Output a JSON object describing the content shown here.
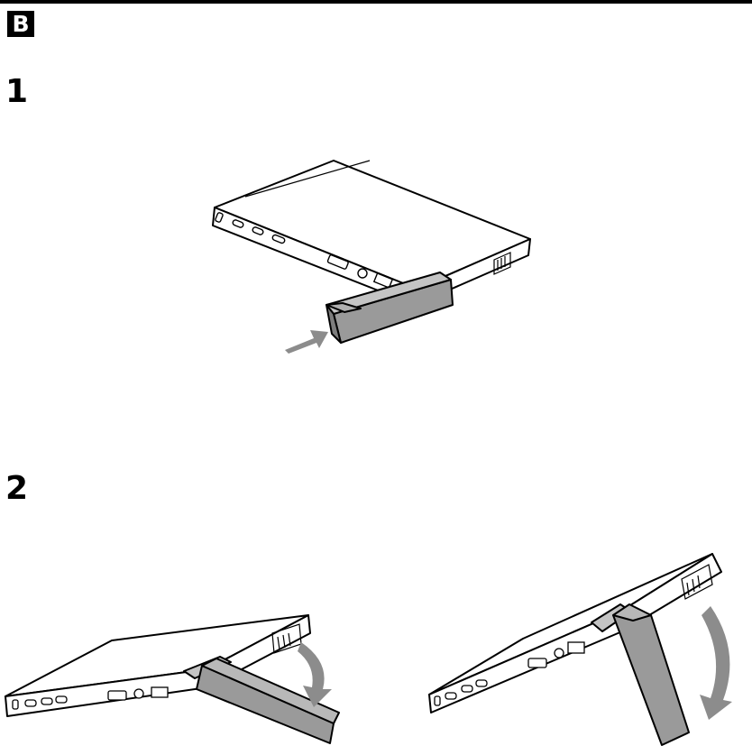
{
  "section": {
    "letter": "B"
  },
  "steps": [
    {
      "number": "1"
    },
    {
      "number": "2"
    }
  ],
  "colors": {
    "ink": "#000000",
    "stand_fill": "#9a9a9a",
    "stand_dark": "#7d7d7d",
    "arrow": "#8c8c8c",
    "paper": "#ffffff"
  },
  "icons": [
    "push-arrow-icon",
    "rotate-arrow-icon"
  ]
}
